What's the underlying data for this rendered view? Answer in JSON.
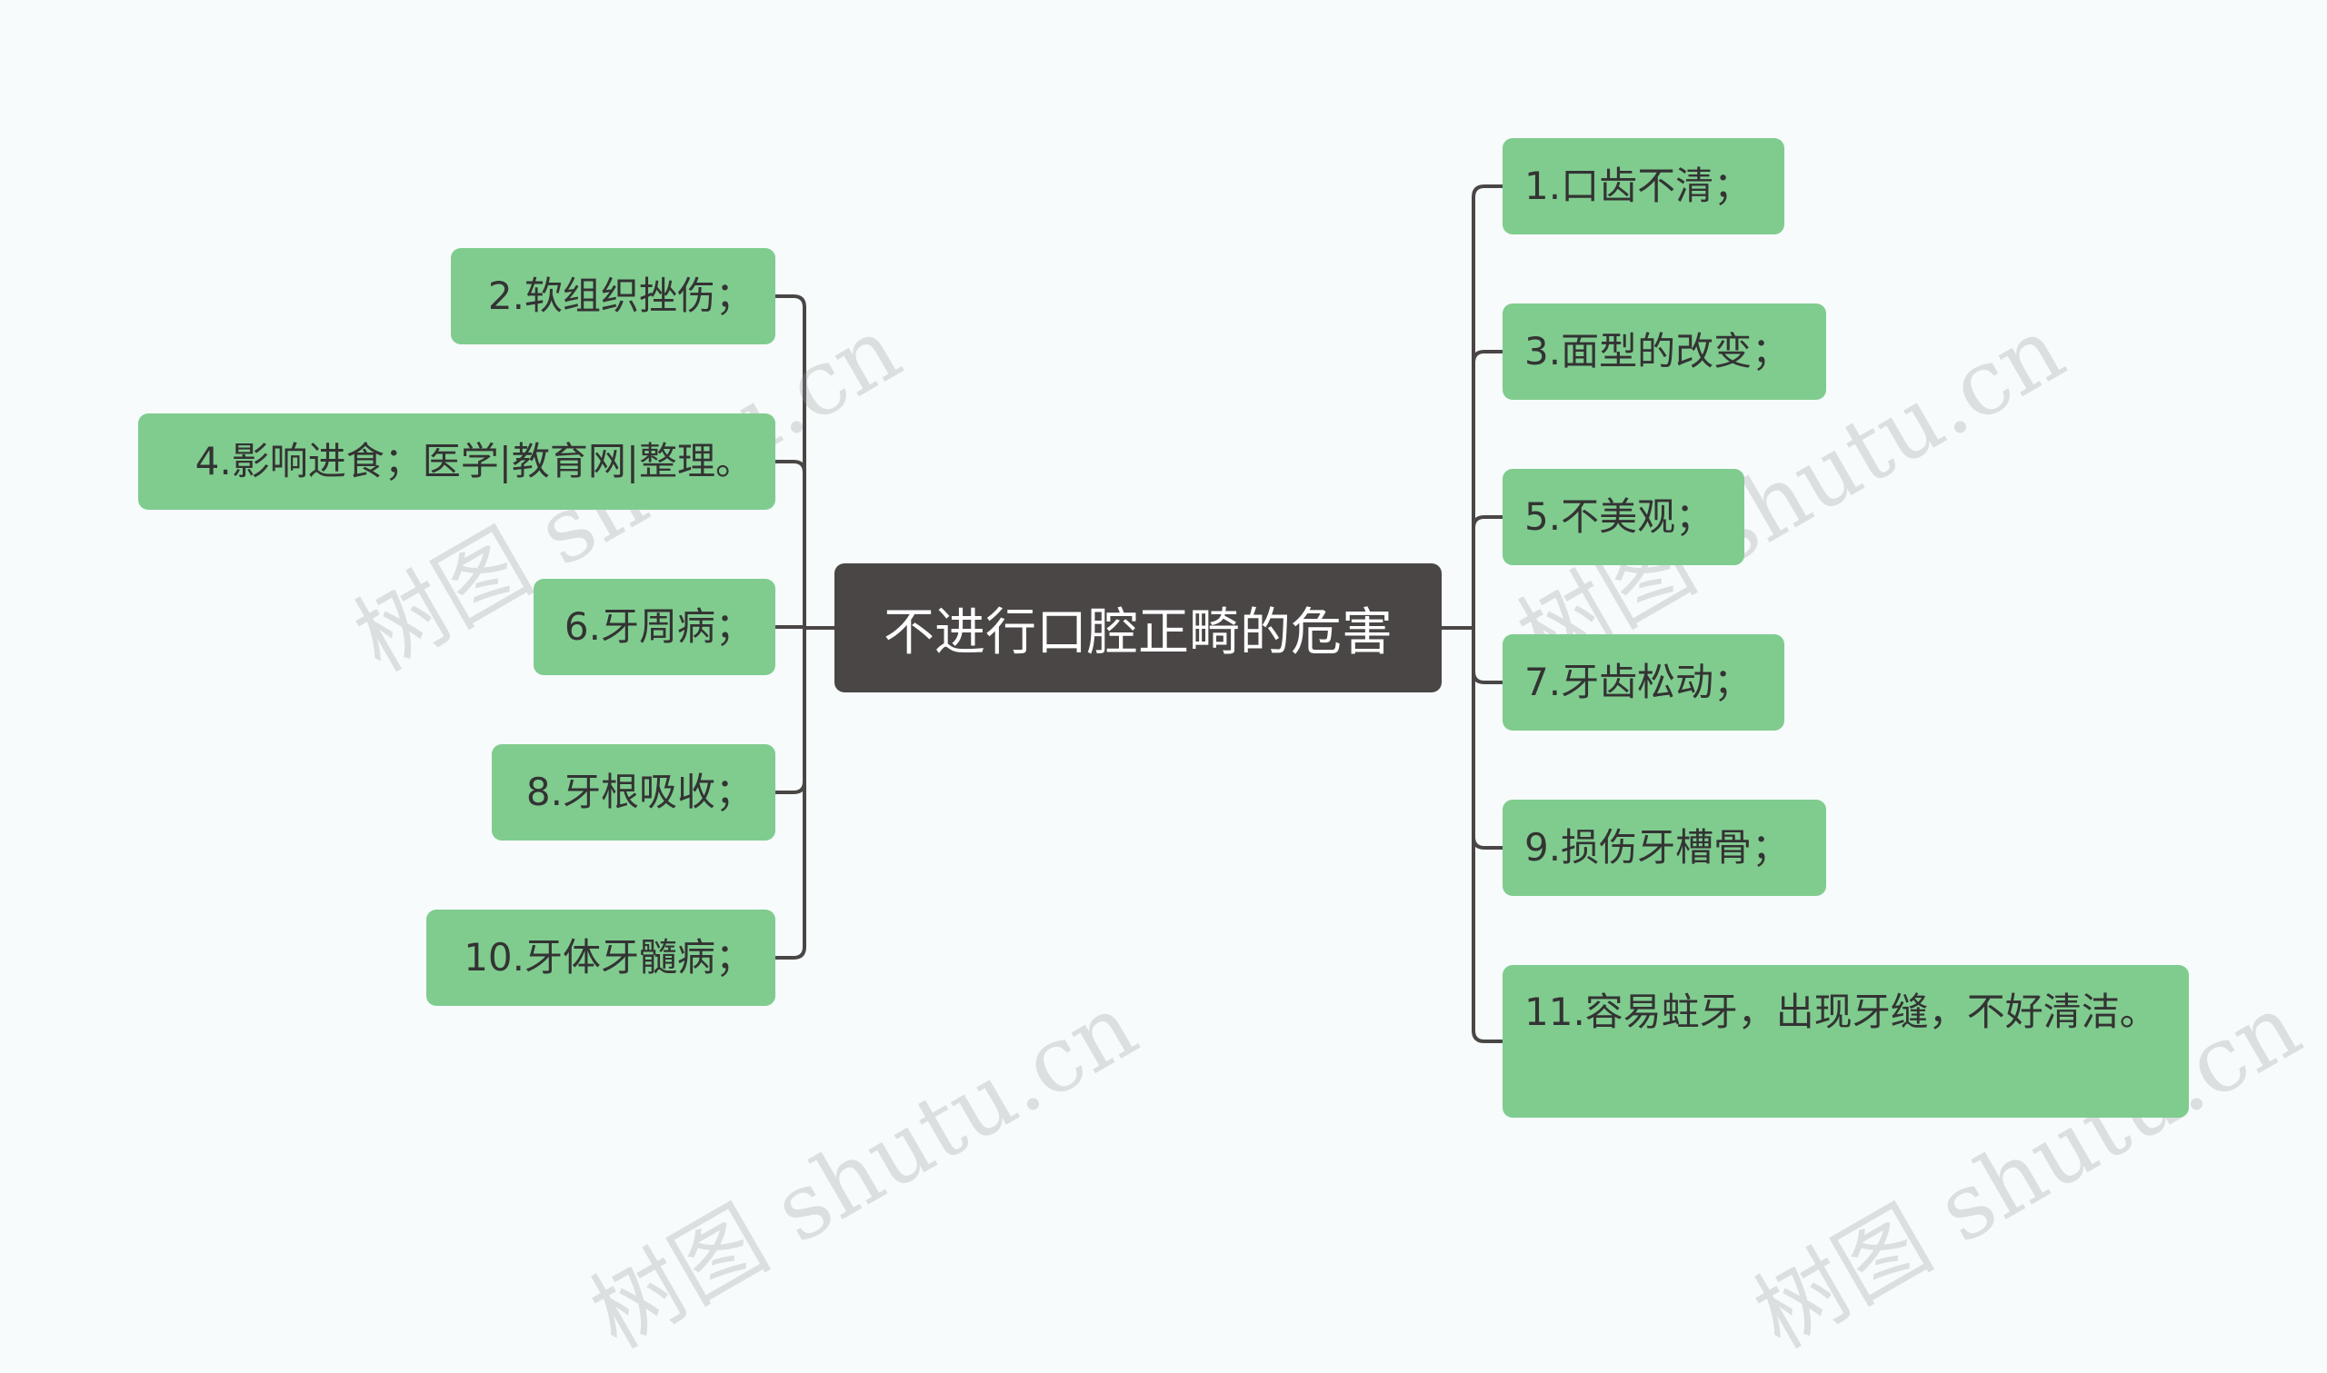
{
  "root": {
    "label": "不进行口腔正畸的危害"
  },
  "left_branches": [
    {
      "label": "2.软组织挫伤；"
    },
    {
      "label": "4.影响进食；医学|教育网|整理。"
    },
    {
      "label": "6.牙周病；"
    },
    {
      "label": "8.牙根吸收；"
    },
    {
      "label": "10.牙体牙髓病；"
    }
  ],
  "right_branches": [
    {
      "label": "1.口齿不清；"
    },
    {
      "label": "3.面型的改变；"
    },
    {
      "label": "5.不美观；"
    },
    {
      "label": "7.牙齿松动；"
    },
    {
      "label": "9.损伤牙槽骨；"
    },
    {
      "label": "11.容易蛀牙，出现牙缝，不好清洁。"
    }
  ],
  "watermark": {
    "text": "树图 shutu.cn"
  },
  "colors": {
    "background": "#f7fbfc",
    "node": "#80cc8f",
    "root": "#4a4646",
    "line": "#4a4646"
  }
}
